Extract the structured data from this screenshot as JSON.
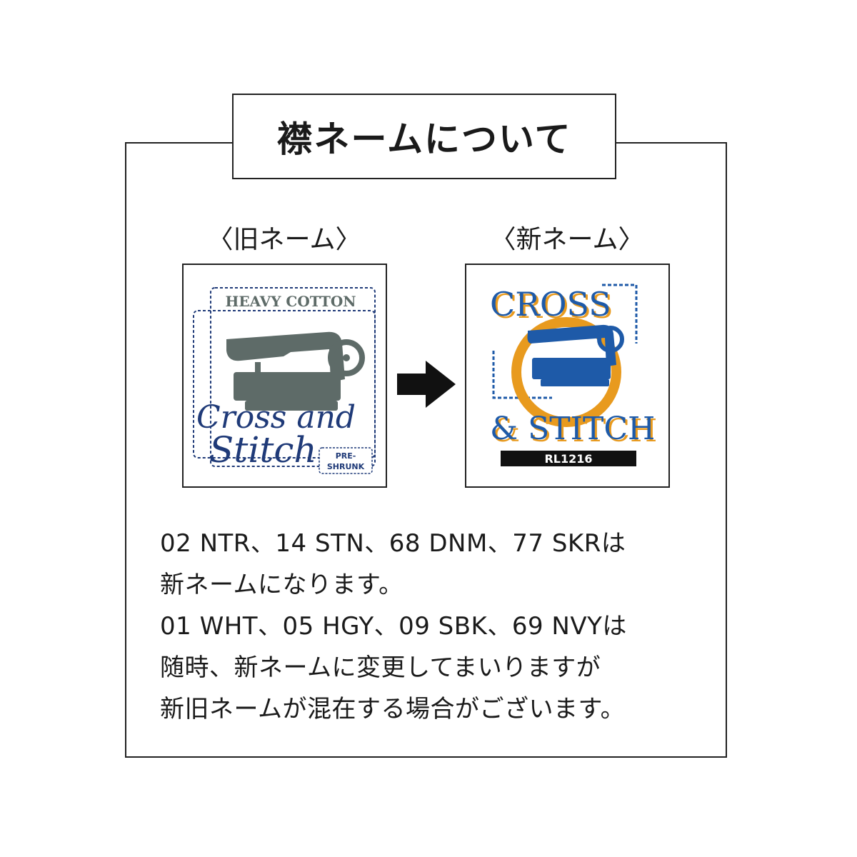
{
  "title": "襟ネームについて",
  "old_tag": {
    "label": "〈旧ネーム〉",
    "header_text": "HEAVY COTTON",
    "script_line1": "Cross and",
    "script_line2": "Stitch",
    "badge_line1": "PRE-",
    "badge_line2": "SHRUNK"
  },
  "new_tag": {
    "label": "〈新ネーム〉",
    "line1": "CROSS",
    "line2": "& STITCH",
    "code": "RL1216"
  },
  "arrow_icon": "right-arrow-icon",
  "body_lines": [
    "02 NTR、14 STN、68 DNM、77 SKRは",
    "新ネームになります。",
    "01 WHT、05 HGY、09 SBK、69 NVYは",
    "随時、新ネームに変更してまいりますが",
    "新旧ネームが混在する場合がございます。"
  ],
  "colors": {
    "old_gray": "#5e6b68",
    "old_navy": "#1f3a78",
    "new_blue": "#1e5aa8",
    "new_orange": "#e89a1e",
    "frame": "#222222"
  }
}
